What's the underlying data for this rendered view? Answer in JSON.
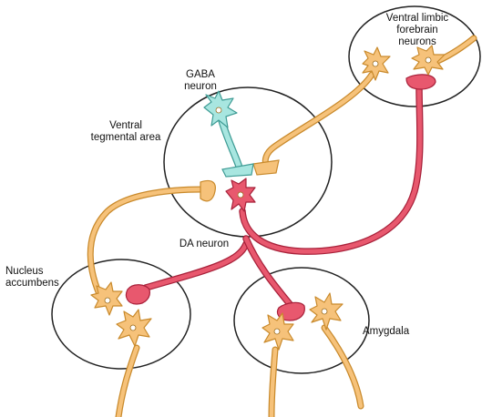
{
  "labels": {
    "ventral_limbic": [
      "Ventral limbic",
      "forebrain",
      "neurons"
    ],
    "gaba": [
      "GABA",
      "neuron"
    ],
    "vta": [
      "Ventral",
      "tegmental area"
    ],
    "da_neuron": "DA neuron",
    "nucleus_accumbens": [
      "Nucleus",
      "accumbens"
    ],
    "amygdala": "Amygdala"
  },
  "colors": {
    "orange": "#f6c27a",
    "orange_stroke": "#c98a2c",
    "red": "#e8586e",
    "red_stroke": "#a8213a",
    "cyan": "#a8e6e0",
    "cyan_stroke": "#3f9c95",
    "outline": "#222222"
  }
}
